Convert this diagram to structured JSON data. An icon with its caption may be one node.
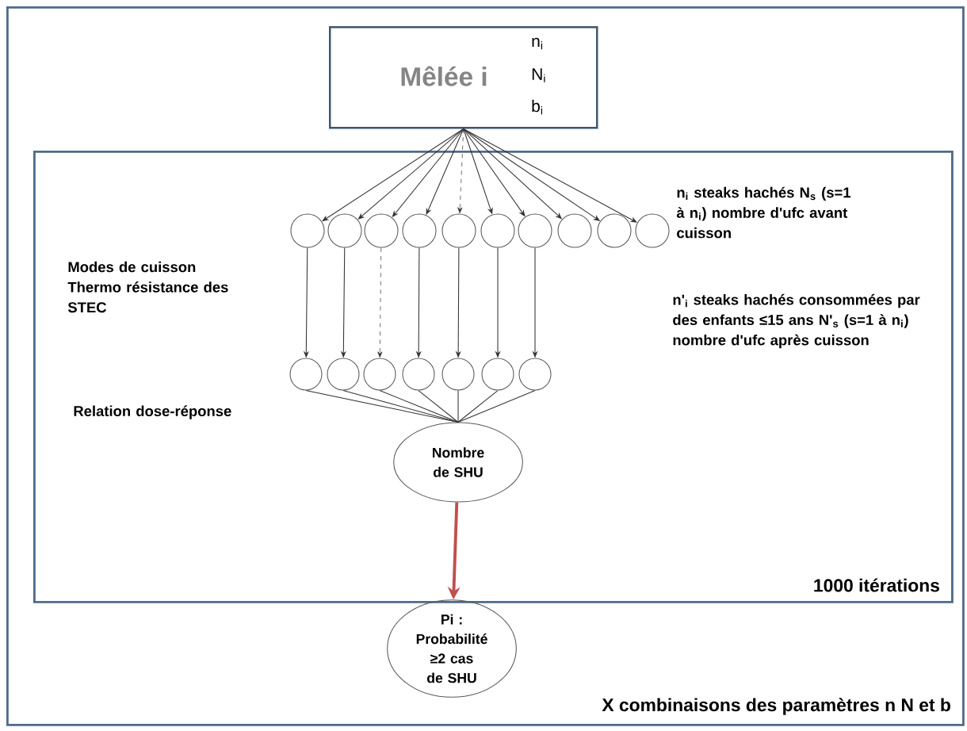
{
  "diagram": {
    "nodes": [
      {
        "text": [
          "X combinaisons des paramètres n N et b"
        ]
      },
      {
        "text": [
          "Mêlée i",
          "n$_{i}$",
          "N$_{i}$",
          "b$_{i}$"
        ],
        "in": 0
      },
      {
        "text": [
          "1000 itérations"
        ],
        "in": 0
      },
      {
        "text": [],
        "shape": "circle",
        "in": 2
      },
      {
        "text": [],
        "shape": "circle",
        "in": 2
      },
      {
        "text": [],
        "shape": "circle",
        "in": 2
      },
      {
        "text": [],
        "shape": "circle",
        "in": 2
      },
      {
        "text": [],
        "shape": "circle",
        "in": 2
      },
      {
        "text": [],
        "shape": "circle",
        "in": 2
      },
      {
        "text": [],
        "shape": "circle",
        "in": 2
      },
      {
        "text": [],
        "shape": "circle",
        "in": 2
      },
      {
        "text": [],
        "shape": "circle",
        "in": 2
      },
      {
        "text": [],
        "shape": "circle",
        "in": 2
      },
      {
        "text": [],
        "shape": "circle",
        "in": 2
      },
      {
        "text": [],
        "shape": "circle",
        "in": 2
      },
      {
        "text": [],
        "shape": "circle",
        "in": 2
      },
      {
        "text": [],
        "shape": "circle",
        "in": 2
      },
      {
        "text": [],
        "shape": "circle",
        "in": 2
      },
      {
        "text": [],
        "shape": "circle",
        "in": 2
      },
      {
        "text": [],
        "shape": "circle",
        "in": 2
      },
      {
        "text": [
          "Nombre de SHU"
        ],
        "in": 2
      },
      {
        "text": [
          "Pi : Probabilité ≥2 cas de SHU"
        ],
        "in": 0
      }
    ],
    "edges": [
      {
        "from": 1,
        "to": 3,
        "arrow": "to"
      },
      {
        "from": 1,
        "to": 4,
        "arrow": "to"
      },
      {
        "from": 1,
        "to": 5,
        "arrow": "to"
      },
      {
        "from": 1,
        "to": 6,
        "arrow": "to"
      },
      {
        "from": 1,
        "to": 7,
        "arrow": "to",
        "style": "dashed"
      },
      {
        "from": 1,
        "to": 8,
        "arrow": "to"
      },
      {
        "from": 1,
        "to": 9,
        "arrow": "to"
      },
      {
        "from": 1,
        "to": 10,
        "arrow": "to"
      },
      {
        "from": 1,
        "to": 11,
        "arrow": "to"
      },
      {
        "from": 1,
        "to": 12,
        "arrow": "to"
      },
      {
        "from": 3,
        "to": 13,
        "arrow": "to"
      },
      {
        "from": 4,
        "to": 14,
        "arrow": "to"
      },
      {
        "from": 5,
        "to": 15,
        "arrow": "to",
        "style": "dashed"
      },
      {
        "from": 6,
        "to": 16,
        "arrow": "to"
      },
      {
        "from": 7,
        "to": 17,
        "arrow": "to"
      },
      {
        "from": 8,
        "to": 18,
        "arrow": "to"
      },
      {
        "from": 9,
        "to": 19,
        "arrow": "to"
      },
      {
        "from": 13,
        "to": 20,
        "arrow": "none"
      },
      {
        "from": 14,
        "to": 20,
        "arrow": "none"
      },
      {
        "from": 15,
        "to": 20,
        "arrow": "none"
      },
      {
        "from": 16,
        "to": 20,
        "arrow": "none"
      },
      {
        "from": 17,
        "to": 20,
        "arrow": "none"
      },
      {
        "from": 18,
        "to": 20,
        "arrow": "none"
      },
      {
        "from": 19,
        "to": 20,
        "arrow": "none"
      },
      {
        "from": 20,
        "to": 21,
        "arrow": "to",
        "style": "thick",
        "color": "#c0504d"
      }
    ],
    "labels": [
      "n$_{i}$ steaks hachés N$_{s}$ (s=1 à n$_{i}$) nombre d'ufc avant cuisson",
      "Modes de cuisson Thermo résistance des STEC",
      "n'$_{i}$ steaks hachés consommées par des enfants ≤15 ans N'$_{s}$ (s=1 à n$_{i}$) nombre d'ufc après cuisson",
      "Relation dose-réponse"
    ]
  }
}
